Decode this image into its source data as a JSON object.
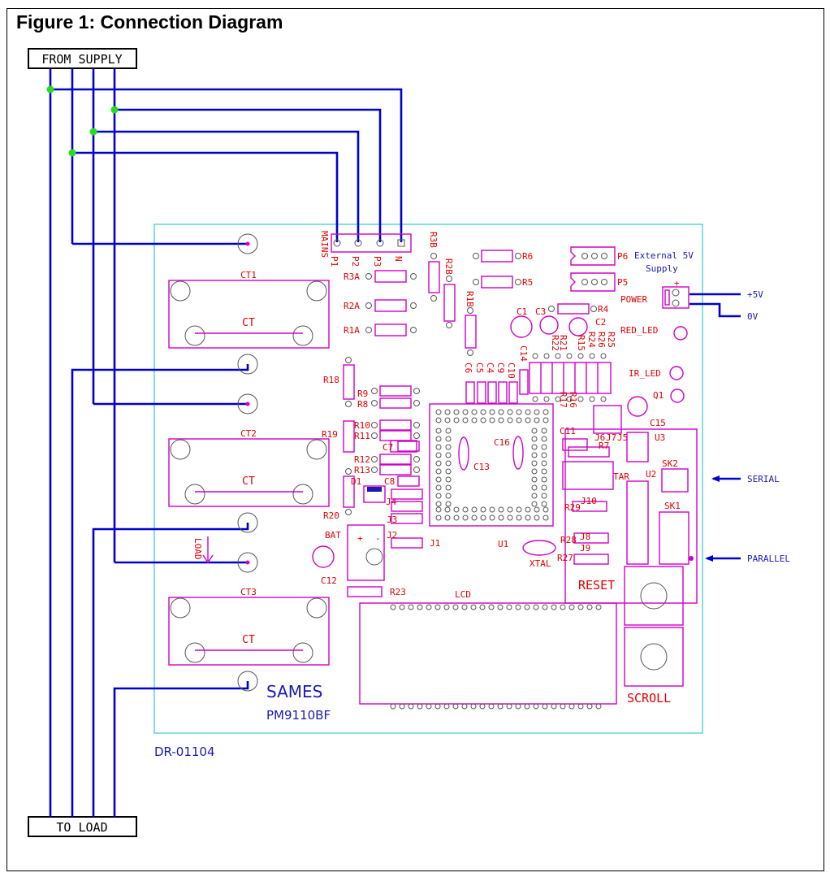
{
  "figure": {
    "title": "Figure 1:  Connection Diagram"
  },
  "supply_box": {
    "label": "FROM SUPPLY"
  },
  "load_box": {
    "label": "TO LOAD"
  },
  "drawing_number": "DR-01104",
  "brand": {
    "name": "SAMES",
    "model": "PM9110BF"
  },
  "mains_connector": {
    "title": "MAINS",
    "pins": [
      "P1",
      "P2",
      "P3",
      "N"
    ]
  },
  "ct_blocks": [
    {
      "ref": "CT1",
      "body": "CT"
    },
    {
      "ref": "CT2",
      "body": "CT"
    },
    {
      "ref": "CT3",
      "body": "CT"
    }
  ],
  "load_arrow_label": "LOAD",
  "components": {
    "resistors": [
      "R3A",
      "R2A",
      "R1A",
      "R18",
      "R9",
      "R8",
      "R10",
      "R11",
      "R19",
      "R12",
      "R13",
      "R20",
      "R6",
      "R5",
      "R4",
      "R3B",
      "R2B",
      "R1B",
      "R22",
      "R21",
      "R15",
      "R24",
      "R26",
      "R25",
      "R17",
      "R16",
      "R7",
      "R29",
      "R28",
      "R27",
      "R23"
    ],
    "capacitors": [
      "C1",
      "C3",
      "C2",
      "C14",
      "C10",
      "C9",
      "C4",
      "C5",
      "C6",
      "C7",
      "C13",
      "C16",
      "C11",
      "C15",
      "C12",
      "C8"
    ],
    "connectors": [
      "P6",
      "P5",
      "J6",
      "J7",
      "J5",
      "J10",
      "J8",
      "J9",
      "J1",
      "J2",
      "J3",
      "J4",
      "SK2",
      "SK1",
      "TAR"
    ],
    "ics": [
      "U1",
      "U2",
      "U3",
      "D1",
      "Q1"
    ],
    "other": [
      "BAT",
      "XTAL",
      "LCD",
      "RED_LED",
      "IR_LED",
      "POWER"
    ]
  },
  "external_supply": {
    "ref": "P6",
    "line1": "External 5V",
    "line2": "Supply"
  },
  "power_outputs": [
    "+5V",
    "0V"
  ],
  "interfaces": {
    "serial": "SERIAL",
    "parallel": "PARALLEL"
  },
  "buttons": {
    "reset": "RESET",
    "scroll": "SCROLL"
  },
  "colors": {
    "board_outline": "#33cccc",
    "silkscreen": "#d000c8",
    "labels": "#e00000",
    "wiring": "#0000cc",
    "junction": "#22dd22"
  }
}
